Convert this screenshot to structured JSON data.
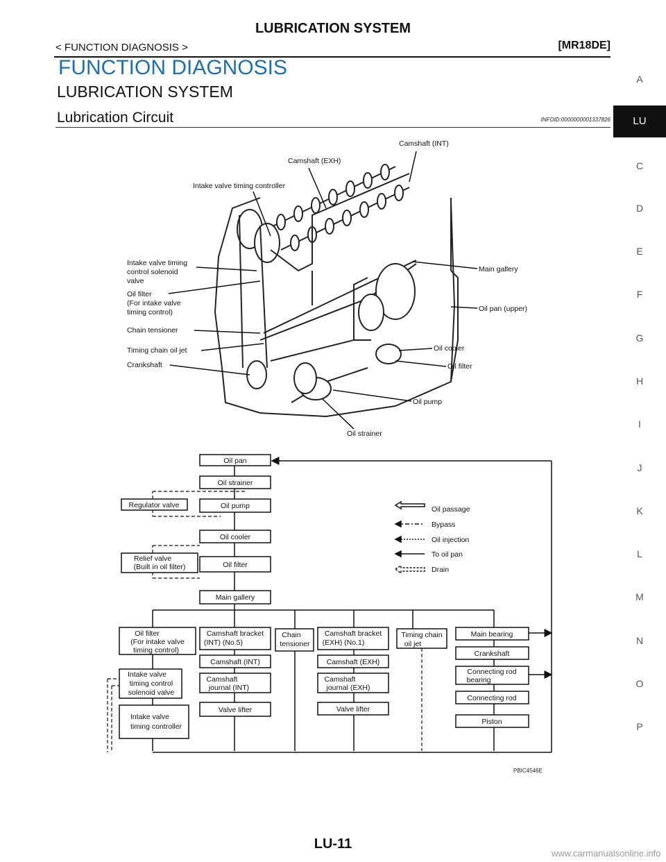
{
  "header": {
    "title": "LUBRICATION SYSTEM",
    "section": "< FUNCTION DIAGNOSIS >",
    "engine": "[MR18DE]"
  },
  "headings": {
    "h1": "FUNCTION DIAGNOSIS",
    "h2": "LUBRICATION SYSTEM",
    "h3": "Lubrication Circuit",
    "infoid": "INFOID:0000000001337826"
  },
  "side_tabs": [
    "A",
    "LU",
    "C",
    "D",
    "E",
    "F",
    "G",
    "H",
    "I",
    "J",
    "K",
    "L",
    "M",
    "N",
    "O",
    "P"
  ],
  "active_tab": "LU",
  "illustration": {
    "labels": {
      "cam_int": "Camshaft (INT)",
      "cam_exh": "Camshaft (EXH)",
      "ivtc": "Intake valve timing controller",
      "solenoid1": "Intake valve timing",
      "solenoid2": "control solenoid",
      "solenoid3": "valve",
      "oilfilter1": "Oil filter",
      "oilfilter2": "(For intake valve",
      "oilfilter3": "timing control)",
      "chain_tensioner": "Chain tensioner",
      "chain_jet": "Timing chain oil jet",
      "crankshaft": "Crankshaft",
      "main_gallery": "Main gallery",
      "oil_pan_upper": "Oil pan (upper)",
      "oil_cooler": "Oil cooler",
      "oil_filter": "Oil filter",
      "oil_pump": "Oil pump",
      "oil_strainer": "Oil strainer"
    }
  },
  "flow": {
    "oil_pan": "Oil pan",
    "oil_strainer": "Oil strainer",
    "regulator_valve": "Regulator valve",
    "oil_pump": "Oil pump",
    "oil_cooler": "Oil cooler",
    "relief1": "Relief valve",
    "relief2": "(Built in oil filter)",
    "oil_filter": "Oil filter",
    "main_gallery": "Main gallery",
    "of_int1": "Oil filter",
    "of_int2": "(For intake valve",
    "of_int3": "timing control)",
    "cb_int1": "Camshaft bracket",
    "cb_int2": "(INT) (No.5)",
    "chain1": "Chain",
    "chain2": "tensioner",
    "cb_exh1": "Camshaft bracket",
    "cb_exh2": "(EXH) (No.1)",
    "tcj1": "Timing chain",
    "tcj2": "oil jet",
    "main_bearing": "Main bearing",
    "crankshaft": "Crankshaft",
    "cam_int": "Camshaft (INT)",
    "cam_exh": "Camshaft (EXH)",
    "cj_int1": "Camshaft",
    "cj_int2": "journal (INT)",
    "cj_exh1": "Camshaft",
    "cj_exh2": "journal (EXH)",
    "conrod_bearing1": "Connecting rod",
    "conrod_bearing2": "bearing",
    "solv1": "Intake valve",
    "solv2": "timing control",
    "solv3": "solenoid valve",
    "ivtc1": "Intake valve",
    "ivtc2": "timing controller",
    "vl_int": "Valve lifter",
    "vl_exh": "Valve lifter",
    "conrod": "Connecting rod",
    "piston": "Piston"
  },
  "legend": {
    "oil_passage": "Oil passage",
    "bypass": "Bypass",
    "oil_injection": "Oil injection",
    "to_oil_pan": "To oil pan",
    "drain": "Drain"
  },
  "figure_code": "PBIC4546E",
  "footer": {
    "page": "LU-11",
    "watermark": "www.carmanualsonline.info"
  }
}
